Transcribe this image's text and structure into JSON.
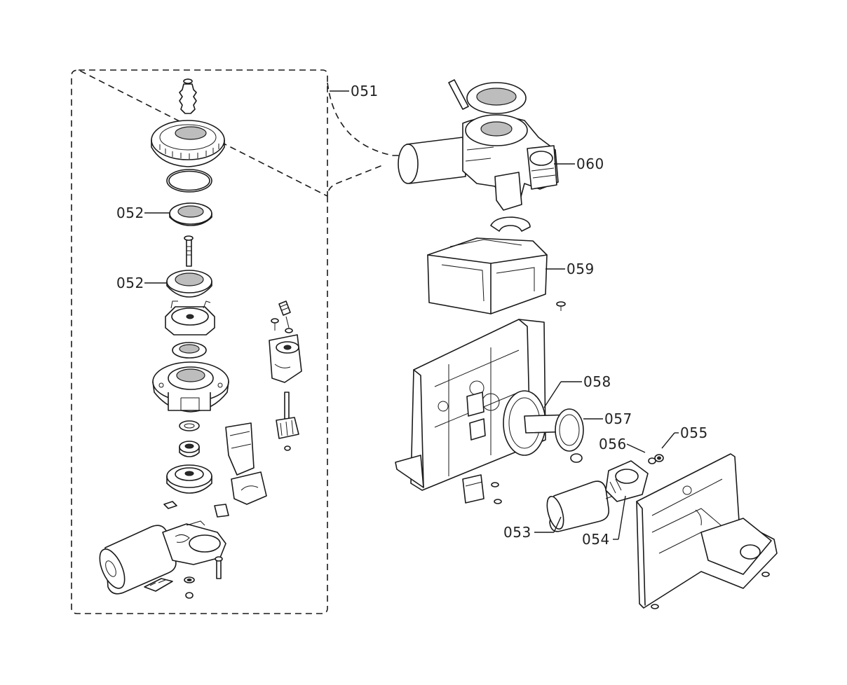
{
  "diagram": {
    "labels": {
      "p051": "051",
      "p052a": "052",
      "p052b": "052",
      "p053": "053",
      "p054": "054",
      "p055": "055",
      "p056": "056",
      "p057": "057",
      "p058": "058",
      "p059": "059",
      "p060": "060"
    }
  }
}
